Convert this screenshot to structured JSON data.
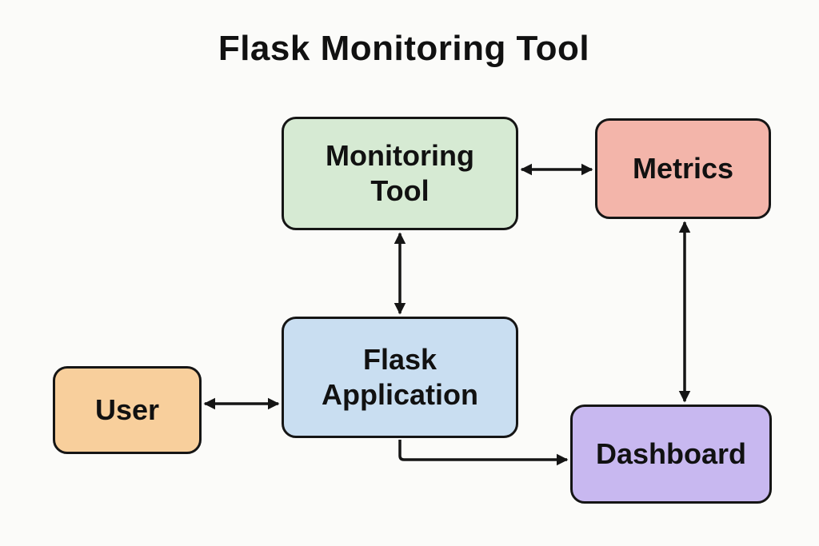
{
  "title": "Flask Monitoring Tool",
  "nodes": {
    "monitoring_tool": {
      "line1": "Monitoring",
      "line2": "Tool",
      "color": "#d6ead3"
    },
    "metrics": {
      "label": "Metrics",
      "color": "#f3b5aa"
    },
    "flask_application": {
      "line1": "Flask",
      "line2": "Application",
      "color": "#c9def1"
    },
    "user": {
      "label": "User",
      "color": "#f8cf9c"
    },
    "dashboard": {
      "label": "Dashboard",
      "color": "#c8b8f0"
    }
  },
  "edges": [
    {
      "from": "Monitoring Tool",
      "to": "Metrics",
      "direction": "bidirectional"
    },
    {
      "from": "Monitoring Tool",
      "to": "Flask Application",
      "direction": "bidirectional"
    },
    {
      "from": "Metrics",
      "to": "Dashboard",
      "direction": "bidirectional"
    },
    {
      "from": "User",
      "to": "Flask Application",
      "direction": "bidirectional"
    },
    {
      "from": "Flask Application",
      "to": "Dashboard",
      "direction": "one-way"
    }
  ]
}
